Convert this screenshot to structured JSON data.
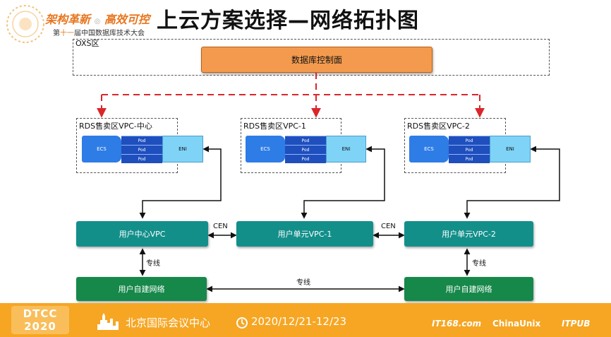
{
  "title": "上云方案选择—网络拓扑图",
  "branding": {
    "slogan_left": "架构革新",
    "slogan_sep": "◎",
    "slogan_right": "高效可控",
    "conference_prefix": "第",
    "conference_num": "十一",
    "conference_suffix": "届中国数据库技术大会"
  },
  "zone_label": "OXS区",
  "control_plane": "数据库控制面",
  "rds_zones": [
    {
      "label": "RDS售卖区VPC-中心",
      "ecs": "ECS",
      "pods": [
        "Pod",
        "Pod",
        "Pod"
      ],
      "eni": "ENI"
    },
    {
      "label": "RDS售卖区VPC-1",
      "ecs": "ECS",
      "pods": [
        "Pod",
        "Pod",
        "Pod"
      ],
      "eni": "ENI"
    },
    {
      "label": "RDS售卖区VPC-2",
      "ecs": "ECS",
      "pods": [
        "Pod",
        "Pod",
        "Pod"
      ],
      "eni": "ENI"
    }
  ],
  "user_vpcs": [
    "用户中心VPC",
    "用户单元VPC-1",
    "用户单元VPC-2"
  ],
  "cen_labels": [
    "CEN",
    "CEN"
  ],
  "self_networks": [
    "用户自建网络",
    "用户自建网络"
  ],
  "line_labels": [
    "专线",
    "专线",
    "专线"
  ],
  "colors": {
    "control_plane": "#f39a4e",
    "ecs": "#2e7ce6",
    "pod": "#1f4fbd",
    "eni": "#7fd3f6",
    "user_vpc": "#138f8a",
    "self_network": "#16884a",
    "dashed_arrow": "#d9262b",
    "footer": "#f6a623"
  },
  "footer": {
    "brand_top": "DTCC",
    "brand_bottom": "2020",
    "venue_icon": "skyline-icon",
    "venue": "北京国际会议中心",
    "date_icon": "clock-icon",
    "date": "2020/12/21-12/23",
    "sponsors": [
      "IT168.com",
      "ChinaUnix",
      "ITPUB"
    ]
  }
}
